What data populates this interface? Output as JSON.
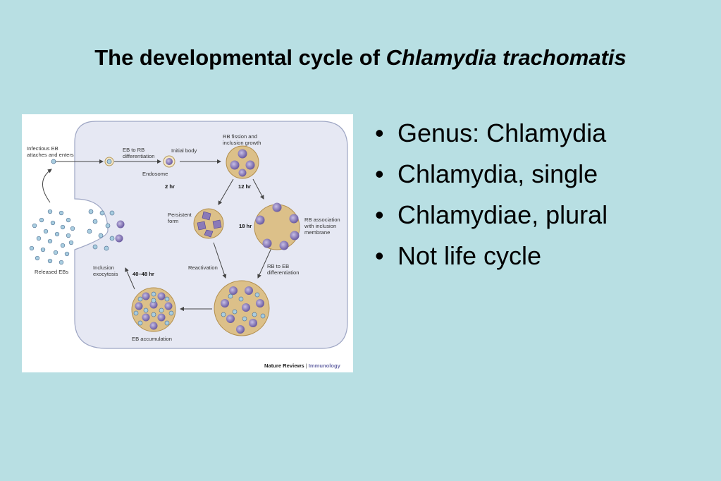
{
  "title": {
    "plain": "The developmental cycle of ",
    "italic": "Chlamydia trachomatis"
  },
  "bullets": [
    "Genus: Chlamydia",
    "Chlamydia, single",
    "Chlamydiae, plural",
    "Not life cycle"
  ],
  "diagram": {
    "labels": {
      "infectious_1": "Infectious EB",
      "infectious_2": "attaches and enters",
      "eb_rb_1": "EB to RB",
      "eb_rb_2": "differentiation",
      "initial_body": "Initial body",
      "endosome": "Endosome",
      "time_2hr": "2 hr",
      "fission_1": "RB fission and",
      "fission_2": "inclusion growth",
      "time_12hr": "12 hr",
      "persistent_1": "Persistent",
      "persistent_2": "form",
      "time_18hr": "18 hr",
      "assoc_1": "RB association",
      "assoc_2": "with inclusion",
      "assoc_3": "membrane",
      "reactivation": "Reactivation",
      "rb_eb_1": "RB to EB",
      "rb_eb_2": "differentiation",
      "exocytosis_1": "Inclusion",
      "exocytosis_2": "exocytosis",
      "time_40hr": "40–48 hr",
      "released": "Released EBs",
      "accumulation": "EB accumulation",
      "credit_1": "Nature Reviews",
      "credit_sep": " | ",
      "credit_2": "Immunology"
    },
    "colors": {
      "cell": "#e6e8f3",
      "inclusion": "#dcc089",
      "rb": "#8a7ab8",
      "eb": "#a8cde0",
      "credit_accent": "#6b6ba8"
    }
  }
}
